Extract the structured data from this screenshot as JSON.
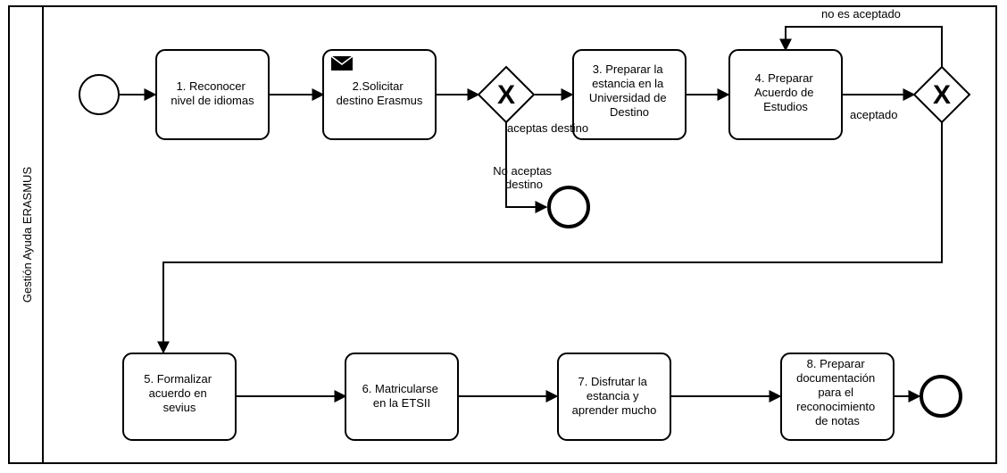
{
  "pool": {
    "lane_label": "Gestión Ayuda ERASMUS"
  },
  "tasks": [
    {
      "id": "t1",
      "lines": [
        "1. Reconocer",
        "nivel de idiomas"
      ]
    },
    {
      "id": "t2",
      "lines": [
        "2.Solicitar",
        "destino Erasmus"
      ],
      "marker": "envelope-icon"
    },
    {
      "id": "t3",
      "lines": [
        "3. Preparar la",
        "estancia en la",
        "Universidad de",
        "Destino"
      ]
    },
    {
      "id": "t4",
      "lines": [
        "4. Preparar",
        "Acuerdo de",
        "Estudios"
      ]
    },
    {
      "id": "t5",
      "lines": [
        "5. Formalizar",
        "acuerdo en",
        "sevius"
      ]
    },
    {
      "id": "t6",
      "lines": [
        "6. Matricularse",
        "en la ETSII"
      ]
    },
    {
      "id": "t7",
      "lines": [
        "7. Disfrutar la",
        "estancia y",
        "aprender mucho"
      ]
    },
    {
      "id": "t8",
      "lines": [
        "8. Preparar",
        "documentación",
        "para el",
        "reconocimiento",
        "de notas"
      ]
    }
  ],
  "gateways": [
    {
      "id": "g1",
      "symbol": "X"
    },
    {
      "id": "g2",
      "symbol": "X"
    }
  ],
  "flow_labels": {
    "accept_dest": "aceptas destino",
    "reject_dest": [
      "No aceptas",
      "destino"
    ],
    "accepted": "aceptado",
    "not_accepted": "no es aceptado"
  }
}
